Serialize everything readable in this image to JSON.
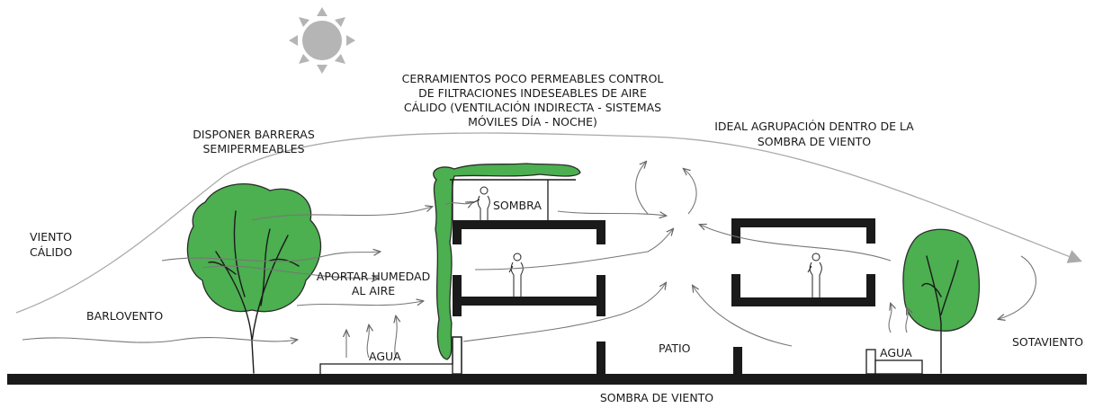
{
  "labels": {
    "roof_controls": [
      "CERRAMIENTOS POCO PERMEABLES CONTROL",
      "DE FILTRACIONES INDESEABLES DE AIRE",
      "CÁLIDO (VENTILACIÓN INDIRECTA - SISTEMAS",
      "MÓVILES DÍA - NOCHE)"
    ],
    "barriers": [
      "DISPONER BARRERAS",
      "SEMIPERMEABLES"
    ],
    "grouping": [
      "IDEAL AGRUPACIÓN DENTRO DE LA",
      "SOMBRA DE VIENTO"
    ],
    "warm_wind": [
      "VIENTO",
      "CÁLIDO"
    ],
    "windward": "BARLOVENTO",
    "humidity": [
      "APORTAR HUMEDAD",
      "AL AIRE"
    ],
    "shade": "SOMBRA",
    "water_left": "AGUA",
    "patio": "PATIO",
    "water_right": "AGUA",
    "leeward": "SOTAVIENTO",
    "wind_shadow": "SOMBRA DE VIENTO"
  },
  "colors": {
    "vegetation": "#4caf50",
    "structure": "#1a1a1a",
    "sun": "#b5b5b5",
    "wind": "#777777"
  },
  "icons": [
    "sun-icon",
    "tree-icon",
    "person-icon",
    "arrow-icon"
  ]
}
